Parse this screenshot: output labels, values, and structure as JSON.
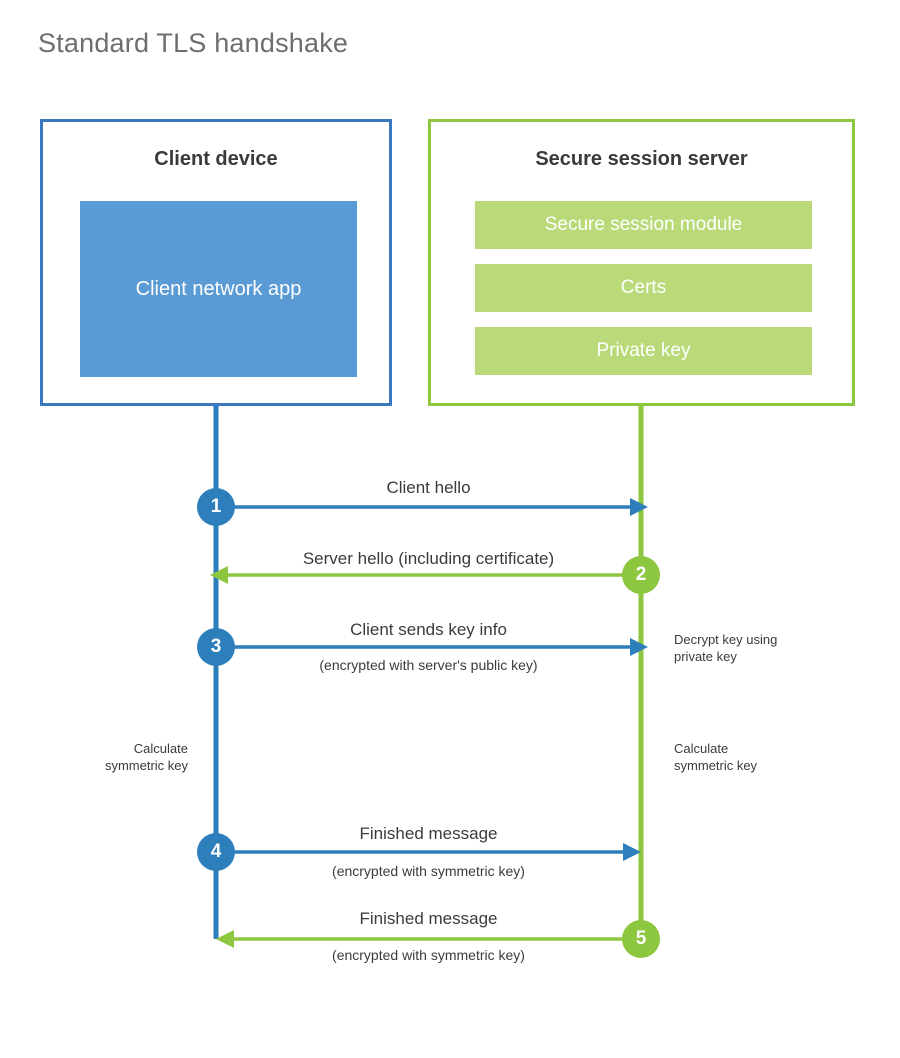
{
  "title": "Standard TLS handshake",
  "client": {
    "title": "Client device",
    "app_label": "Client network app"
  },
  "server": {
    "title": "Secure session server",
    "components": [
      "Secure session module",
      "Certs",
      "Private key"
    ]
  },
  "steps": [
    {
      "number": "1",
      "label": "Client hello",
      "sublabel": "",
      "direction": "client-to-server",
      "color": "#2d7fbb"
    },
    {
      "number": "2",
      "label": "Server hello (including certificate)",
      "sublabel": "",
      "direction": "server-to-client",
      "color": "#8dc63f"
    },
    {
      "number": "3",
      "label": "Client sends key info",
      "sublabel": "(encrypted with server's public key)",
      "direction": "client-to-server",
      "color": "#2d7fbb"
    },
    {
      "number": "4",
      "label": "Finished message",
      "sublabel": "(encrypted with symmetric key)",
      "direction": "client-to-server",
      "color": "#2d7fbb"
    },
    {
      "number": "5",
      "label": "Finished message",
      "sublabel": "(encrypted with symmetric key)",
      "direction": "server-to-client",
      "color": "#8dc63f"
    }
  ],
  "notes": {
    "decrypt_key": "Decrypt key using\nprivate key",
    "decrypt_key_line1": "Decrypt key using",
    "decrypt_key_line2": "private key",
    "client_calculate_line1": "Calculate",
    "client_calculate_line2": "symmetric key",
    "server_calculate_line1": "Calculate",
    "server_calculate_line2": "symmetric key"
  },
  "colors": {
    "client_accent": "#3c78bd",
    "client_fill": "#5b9bd5",
    "server_accent": "#8dc63f",
    "server_fill": "#bada79",
    "step_blue": "#2d7fbb",
    "step_green": "#8dc63f",
    "title_gray": "#6e6e6e",
    "text": "#3b3b3b"
  }
}
